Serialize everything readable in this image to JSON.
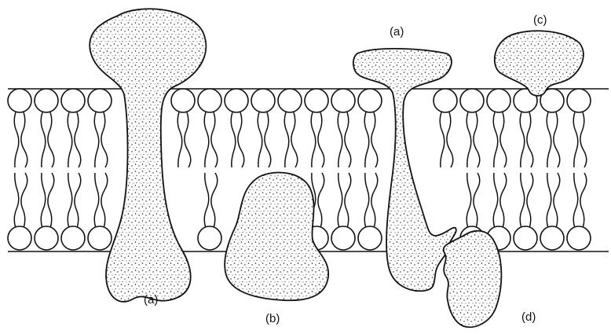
{
  "diagram": {
    "labels": {
      "a_left": "(a)",
      "a_right": "(a)",
      "b": "(b)",
      "c": "(c)",
      "d": "(d)"
    },
    "colors": {
      "stroke": "#111111",
      "background": "#ffffff",
      "stipple": "#222222"
    }
  }
}
